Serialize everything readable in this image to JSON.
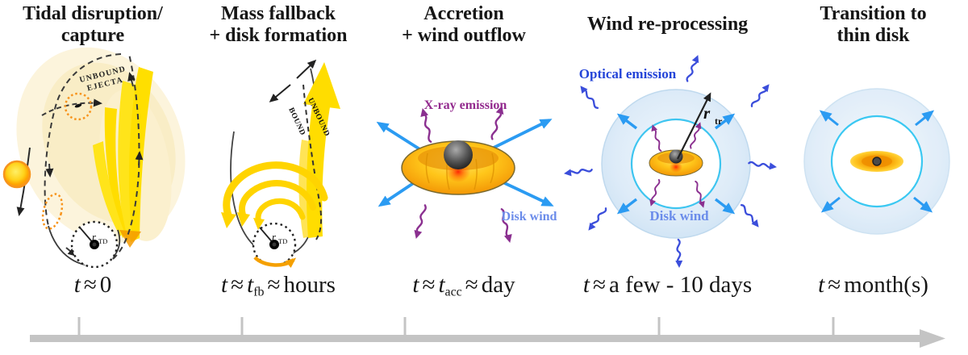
{
  "panels": [
    {
      "title1": "Tidal disruption/",
      "title2": "capture",
      "labels": {
        "ejecta1": "UNBOUND",
        "ejecta2": "EJECTA",
        "r": "r",
        "r_sub": "TD"
      },
      "time": {
        "var1": "t",
        "approx1": "≈",
        "var2": "",
        "sub": "",
        "approx2": "",
        "value": "0"
      }
    },
    {
      "title1": "Mass fallback",
      "title2": "+ disk formation",
      "labels": {
        "unbound": "UNBOUND",
        "bound": "BOUND",
        "r": "r",
        "r_sub": "TD"
      },
      "time": {
        "var1": "t",
        "approx1": "≈",
        "var2": "t",
        "sub": "fb",
        "approx2": "≈",
        "value": "hours"
      }
    },
    {
      "title1": "Accretion",
      "title2": "+ wind outflow",
      "labels": {
        "xray": "X-ray emission",
        "disk_wind": "Disk wind"
      },
      "time": {
        "var1": "t",
        "approx1": "≈",
        "var2": "t",
        "sub": "acc",
        "approx2": "≈",
        "value": "day"
      }
    },
    {
      "title1": "Wind re-processing",
      "title2": "",
      "labels": {
        "optical": "Optical emission",
        "disk_wind": "Disk wind",
        "r": "r",
        "r_sub": "tr"
      },
      "time": {
        "var1": "t",
        "approx1": "≈",
        "var2": "",
        "sub": "",
        "approx2": "",
        "value": "a few - 10 days"
      }
    },
    {
      "title1": "Transition to",
      "title2": "thin disk",
      "labels": {},
      "time": {
        "var1": "t",
        "approx1": "≈",
        "var2": "",
        "sub": "",
        "approx2": "",
        "value": "month(s)"
      }
    }
  ],
  "colors": {
    "stream_yellow": "#FFDD00",
    "disk_orange": "#F7941D",
    "wind_blue_arrow": "#2B9BF2",
    "xray_purple": "#8B3090",
    "optical_label_blue": "#2545D8",
    "disk_wind_label_blue": "#6B8CEA",
    "reprocessing_wavy_blue": "#3B4EDB",
    "shell_fill_blue": "#DCEBF8",
    "inner_shell_stroke_cyan": "#3EC5F0",
    "timeline_gray": "#C4C4C4",
    "black_hole": "#1A1A1A",
    "star_orange": "#F7941D"
  },
  "timeline": {
    "tick_positions": [
      98,
      300,
      502,
      817,
      1033
    ]
  }
}
